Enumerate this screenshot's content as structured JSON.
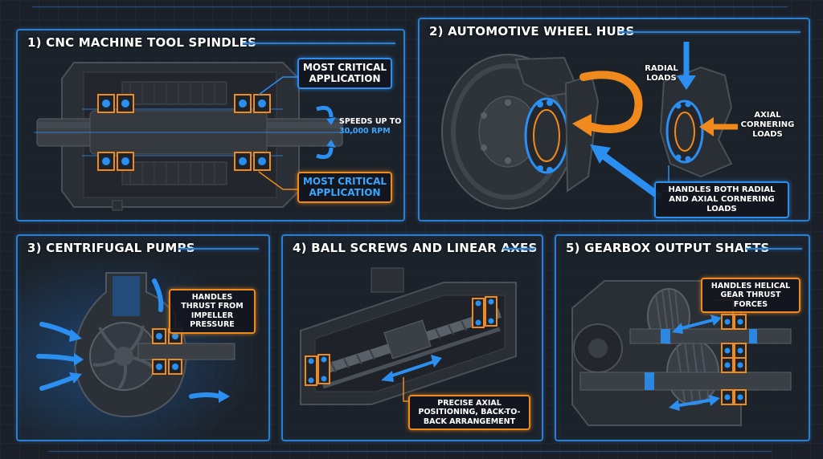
{
  "panels": {
    "cnc": {
      "title": "1) CNC MACHINE TOOL SPINDLES",
      "callout_top": "MOST CRITICAL APPLICATION",
      "callout_bottom": "MOST CRITICAL APPLICATION",
      "speed_line1": "SPEEDS UP TO",
      "speed_line2": "30,000 RPM"
    },
    "wheel": {
      "title": "2) AUTOMOTIVE WHEEL HUBS",
      "radial": "RADIAL LOADS",
      "axial": "AXIAL CORNERING LOADS",
      "callout": "HANDLES BOTH RADIAL AND AXIAL CORNERING LOADS"
    },
    "pumps": {
      "title": "3) CENTRIFUGAL PUMPS",
      "callout": "HANDLES THRUST FROM IMPELLER PRESSURE"
    },
    "ballscrew": {
      "title": "4) BALL SCREWS AND LINEAR AXES",
      "callout": "PRECISE AXIAL POSITIONING, BACK-TO-BACK ARRANGEMENT"
    },
    "gearbox": {
      "title": "5) GEARBOX OUTPUT SHAFTS",
      "callout": "HANDLES HELICAL GEAR THRUST FORCES"
    }
  },
  "colors": {
    "frame_blue": "#2a7fd0",
    "accent_orange": "#f08a1c",
    "accent_blue": "#2a8ff0",
    "background": "#1b1f27"
  }
}
